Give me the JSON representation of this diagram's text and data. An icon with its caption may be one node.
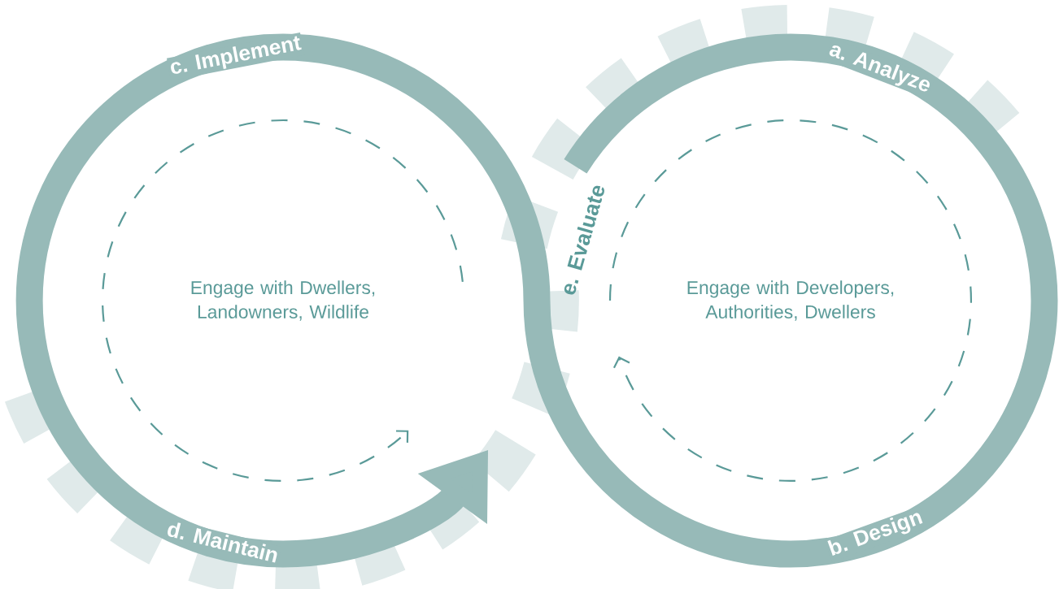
{
  "diagram": {
    "labels": [
      "c. Implement",
      "Engage with Dwellers, Landowners, Wildlife",
      "a. Analyze",
      "Engage with Developers, Authorities, Dwellers",
      "e. Evaluate",
      "d. Maintain",
      "b. Design"
    ]
  }
}
